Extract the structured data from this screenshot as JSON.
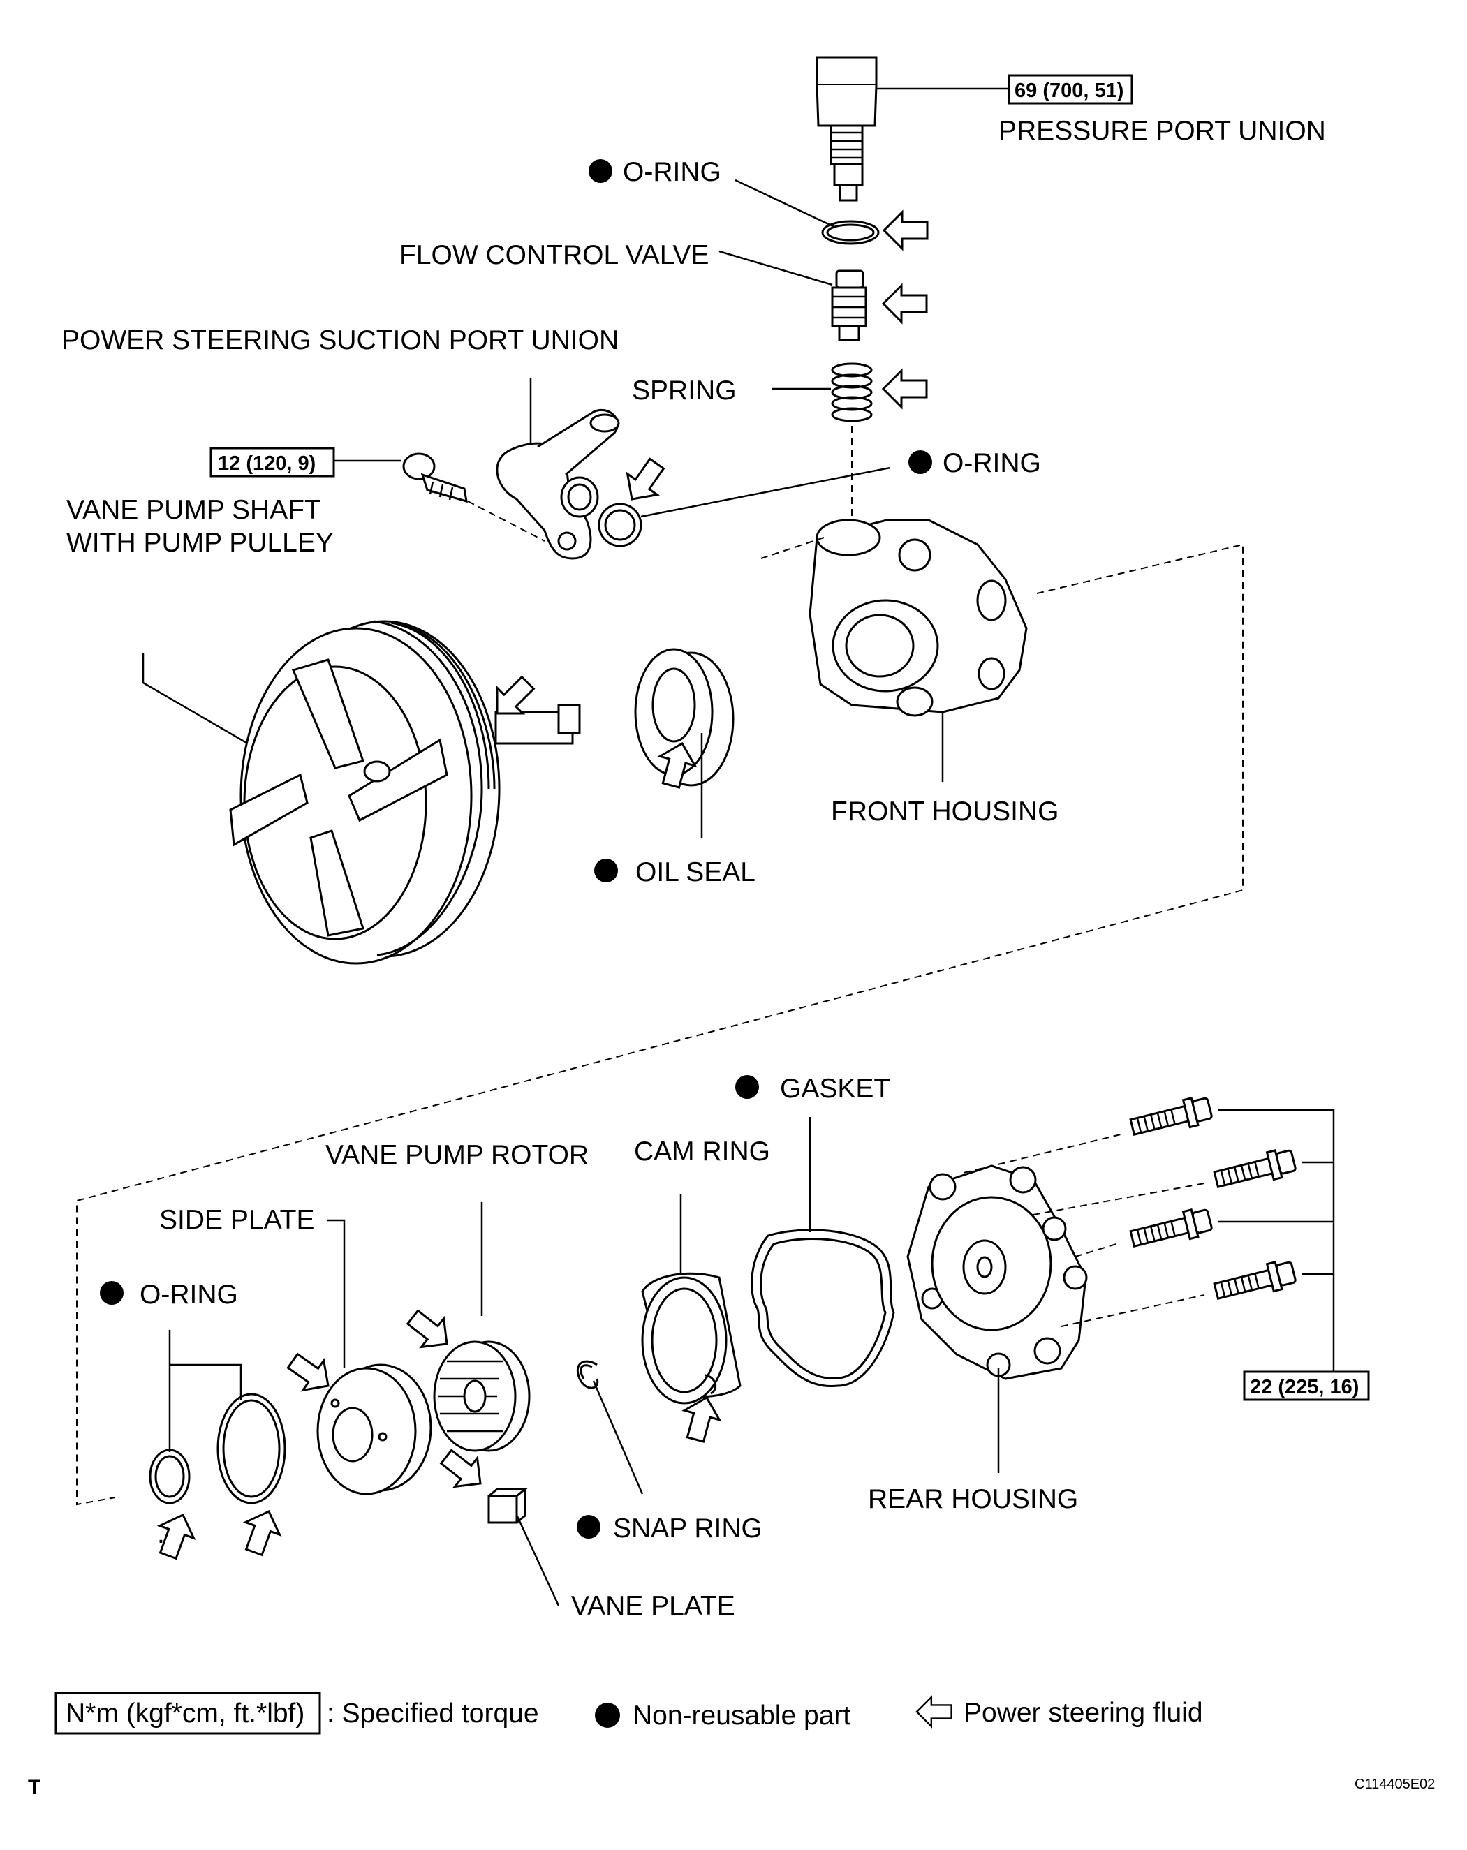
{
  "parts": {
    "pressure_port_union": "PRESSURE PORT UNION",
    "o_ring_top": "O-RING",
    "flow_control_valve": "FLOW CONTROL VALVE",
    "suction_port_union": "POWER STEERING SUCTION PORT UNION",
    "spring": "SPRING",
    "o_ring_mid": "O-RING",
    "vane_pump_shaft_line1": "VANE PUMP SHAFT",
    "vane_pump_shaft_line2": "WITH PUMP PULLEY",
    "front_housing": "FRONT HOUSING",
    "oil_seal": "OIL SEAL",
    "gasket": "GASKET",
    "vane_pump_rotor": "VANE PUMP ROTOR",
    "cam_ring": "CAM RING",
    "side_plate": "SIDE PLATE",
    "o_ring_bottom": "O-RING",
    "snap_ring": "SNAP RING",
    "rear_housing": "REAR HOUSING",
    "vane_plate": "VANE PLATE"
  },
  "torques": {
    "pressure_port_union": "69 (700, 51)",
    "suction_port_union_bolt": "12 (120, 9)",
    "rear_housing_bolts": "22 (225, 16)"
  },
  "legend": {
    "torque_unit": "N*m (kgf*cm, ft.*lbf)",
    "torque_desc": ": Specified torque",
    "nonreusable": "Non-reusable part",
    "fluid": "Power steering fluid"
  },
  "footer": {
    "corner_mark": "T",
    "figure_code": "C114405E02"
  },
  "icons": {
    "nonreusable": "filled-circle-icon",
    "fluid": "hollow-arrow-icon"
  }
}
